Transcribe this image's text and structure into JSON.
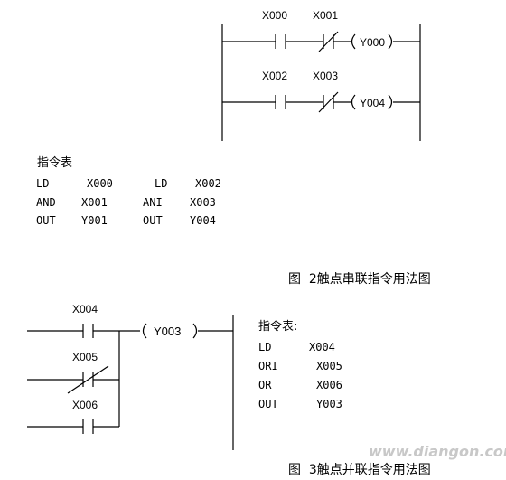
{
  "diagram1": {
    "contacts": [
      "X000",
      "X001",
      "X002",
      "X003"
    ],
    "coils": [
      "Y000",
      "Y004"
    ],
    "instruction_title": "指令表",
    "instructions_left": [
      [
        "LD",
        "X000"
      ],
      [
        "AND",
        "X001"
      ],
      [
        "OUT",
        "Y001"
      ]
    ],
    "instructions_right": [
      [
        "LD",
        "X002"
      ],
      [
        "ANI",
        "X003"
      ],
      [
        "OUT",
        "Y004"
      ]
    ],
    "caption": "图  2触点串联指令用法图"
  },
  "diagram2": {
    "contacts": [
      "X004",
      "X005",
      "X006"
    ],
    "coil": "Y003",
    "instruction_title": "指令表:",
    "instructions": [
      [
        "LD",
        "X004"
      ],
      [
        "ORI",
        "X005"
      ],
      [
        "OR",
        "X006"
      ],
      [
        "OUT",
        "Y003"
      ]
    ],
    "caption": "图  3触点并联指令用法图"
  },
  "watermark": "www.diangon.com"
}
